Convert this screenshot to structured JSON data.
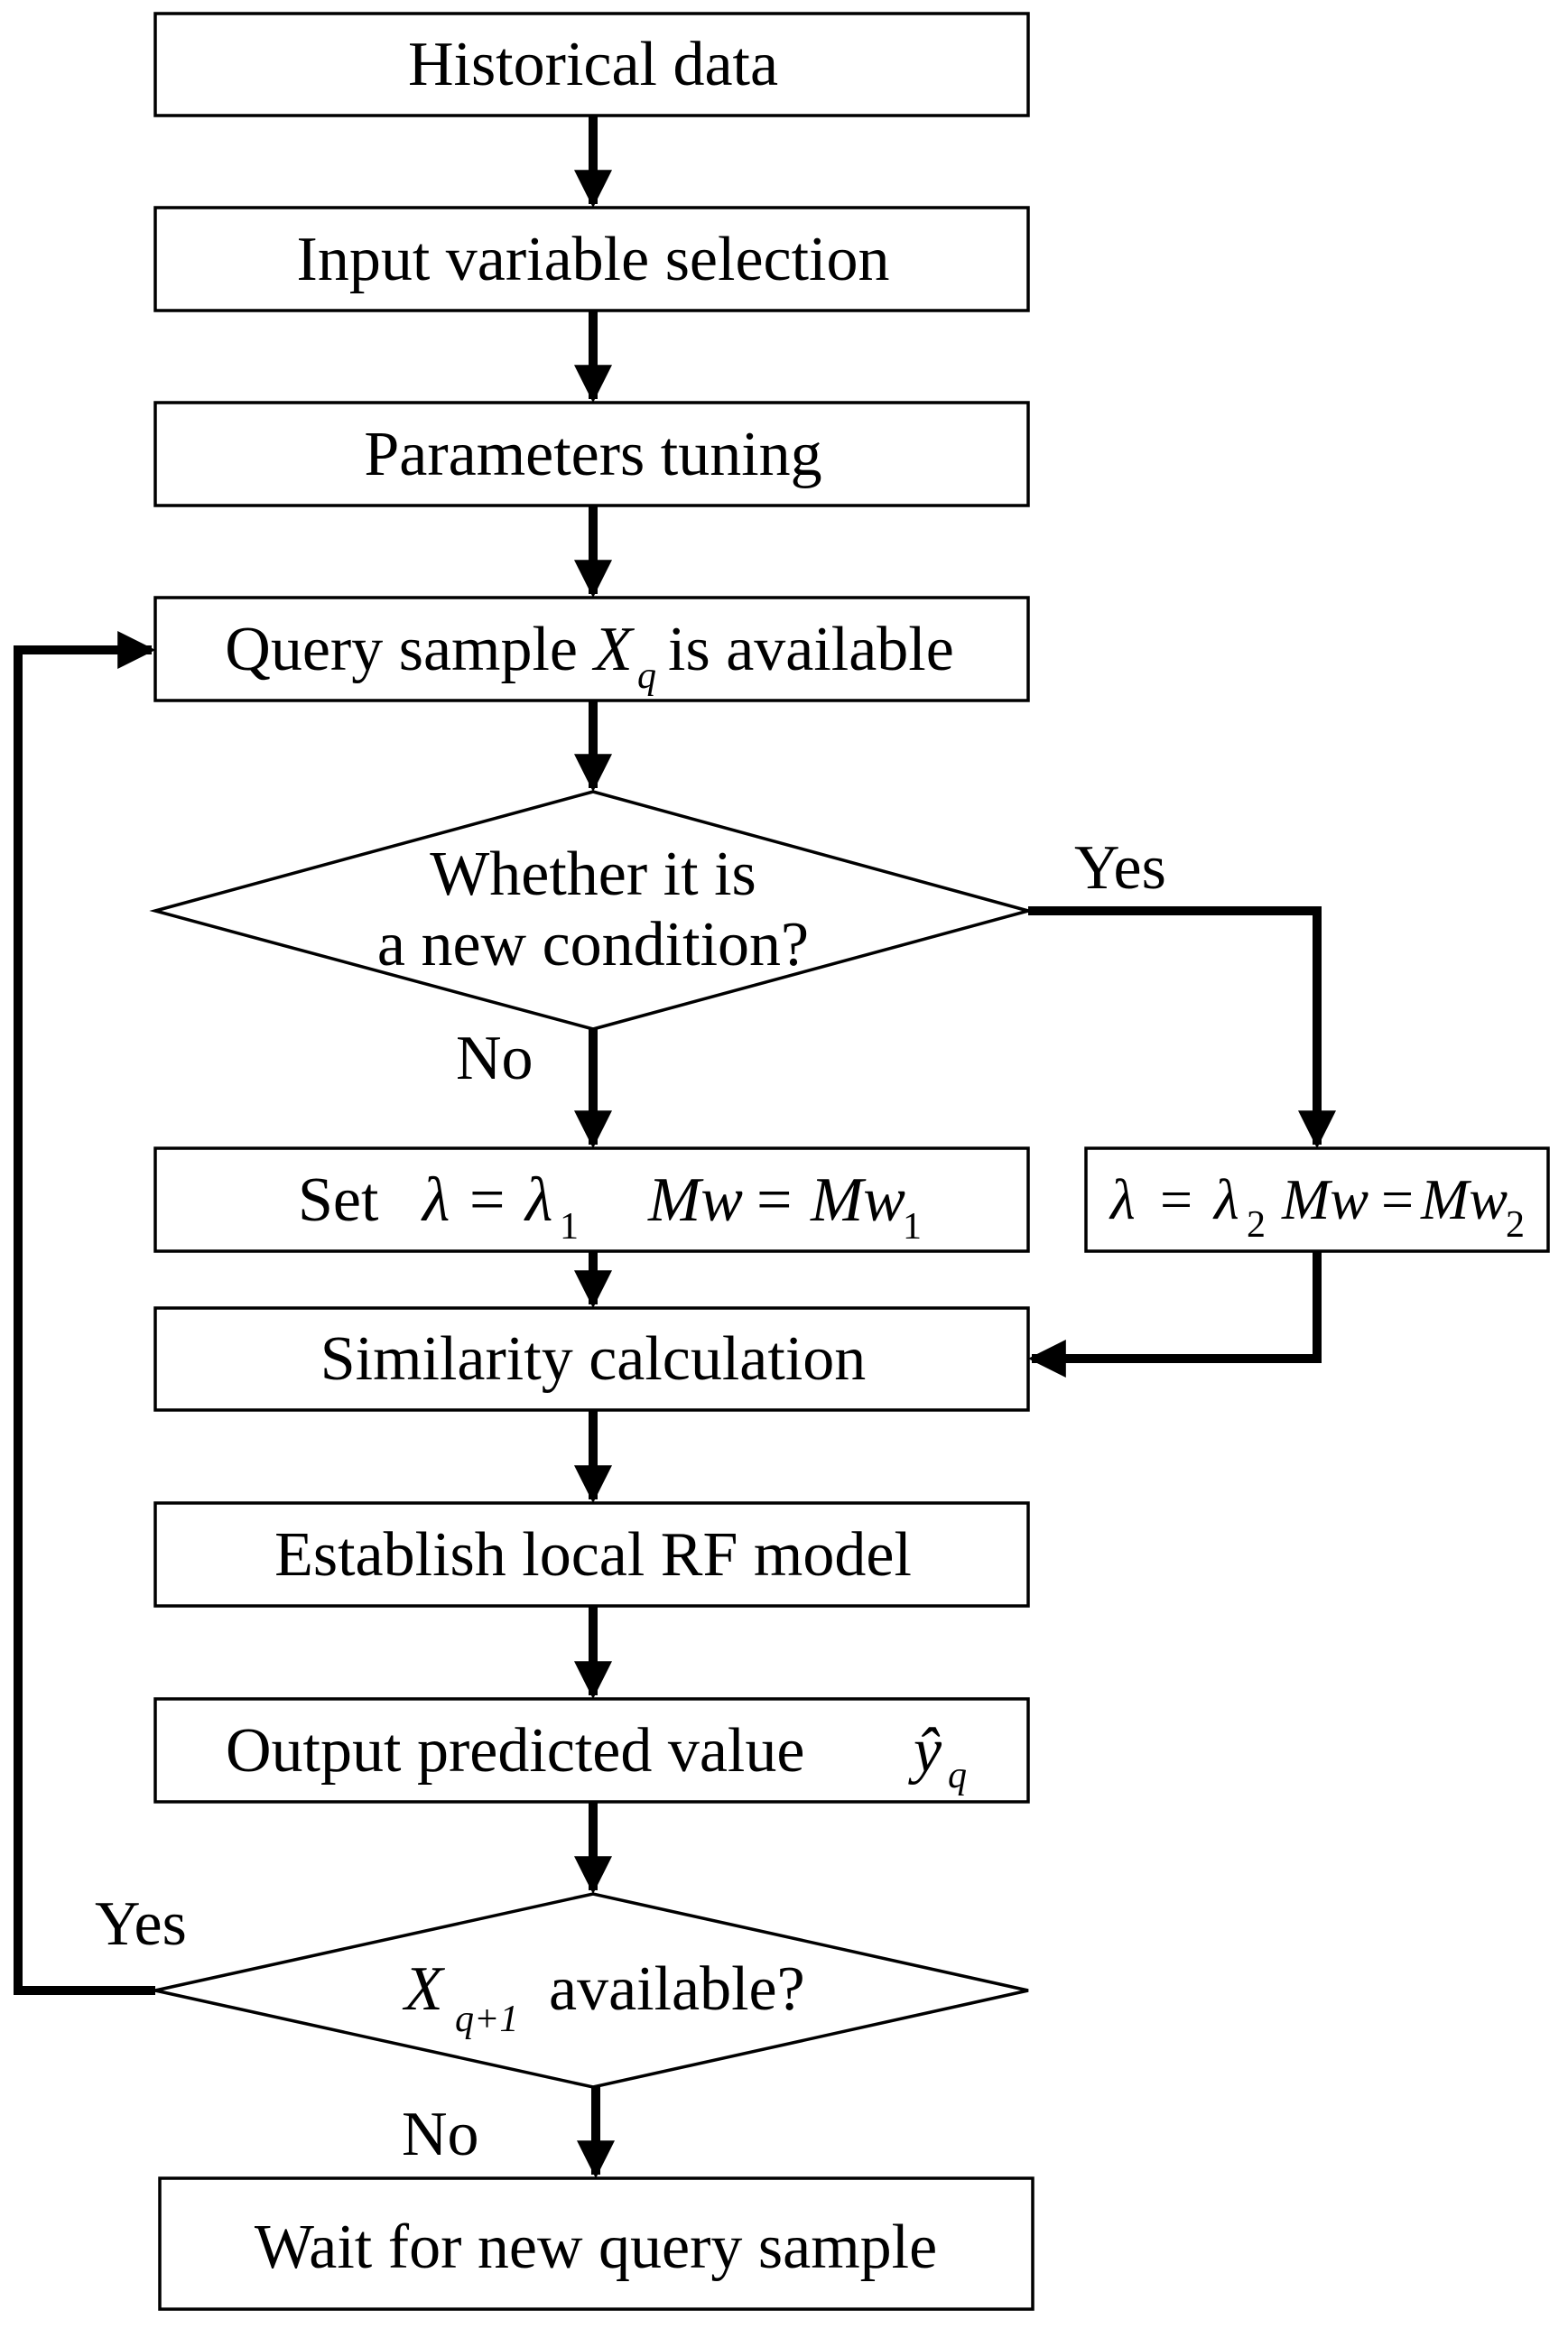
{
  "flowchart": {
    "historical_data": "Historical data",
    "input_variable_selection": "Input variable selection",
    "parameters_tuning": "Parameters tuning",
    "query_sample_prefix": "Query sample",
    "query_sample_var": "X",
    "query_sample_sub": "q",
    "query_sample_suffix": "is available",
    "decision1_line1": "Whether it is",
    "decision1_line2": "a new condition?",
    "decision1_yes": "Yes",
    "decision1_no": "No",
    "set_prefix": "Set",
    "lambda": "λ",
    "equals": "=",
    "sub_1": "1",
    "sub_2": "2",
    "mw": "Mw",
    "similarity_calculation": "Similarity calculation",
    "establish_model": "Establish local RF model",
    "output_predicted_value": "Output predicted value",
    "y_hat_var": "ŷ",
    "y_hat_sub": "q",
    "decision2_var": "X",
    "decision2_sub": "q+1",
    "decision2_suffix": "available?",
    "decision2_yes": "Yes",
    "decision2_no": "No",
    "wait": "Wait for new query sample"
  },
  "colors": {
    "stroke": "#000000",
    "fill": "#ffffff",
    "text": "#000000"
  }
}
